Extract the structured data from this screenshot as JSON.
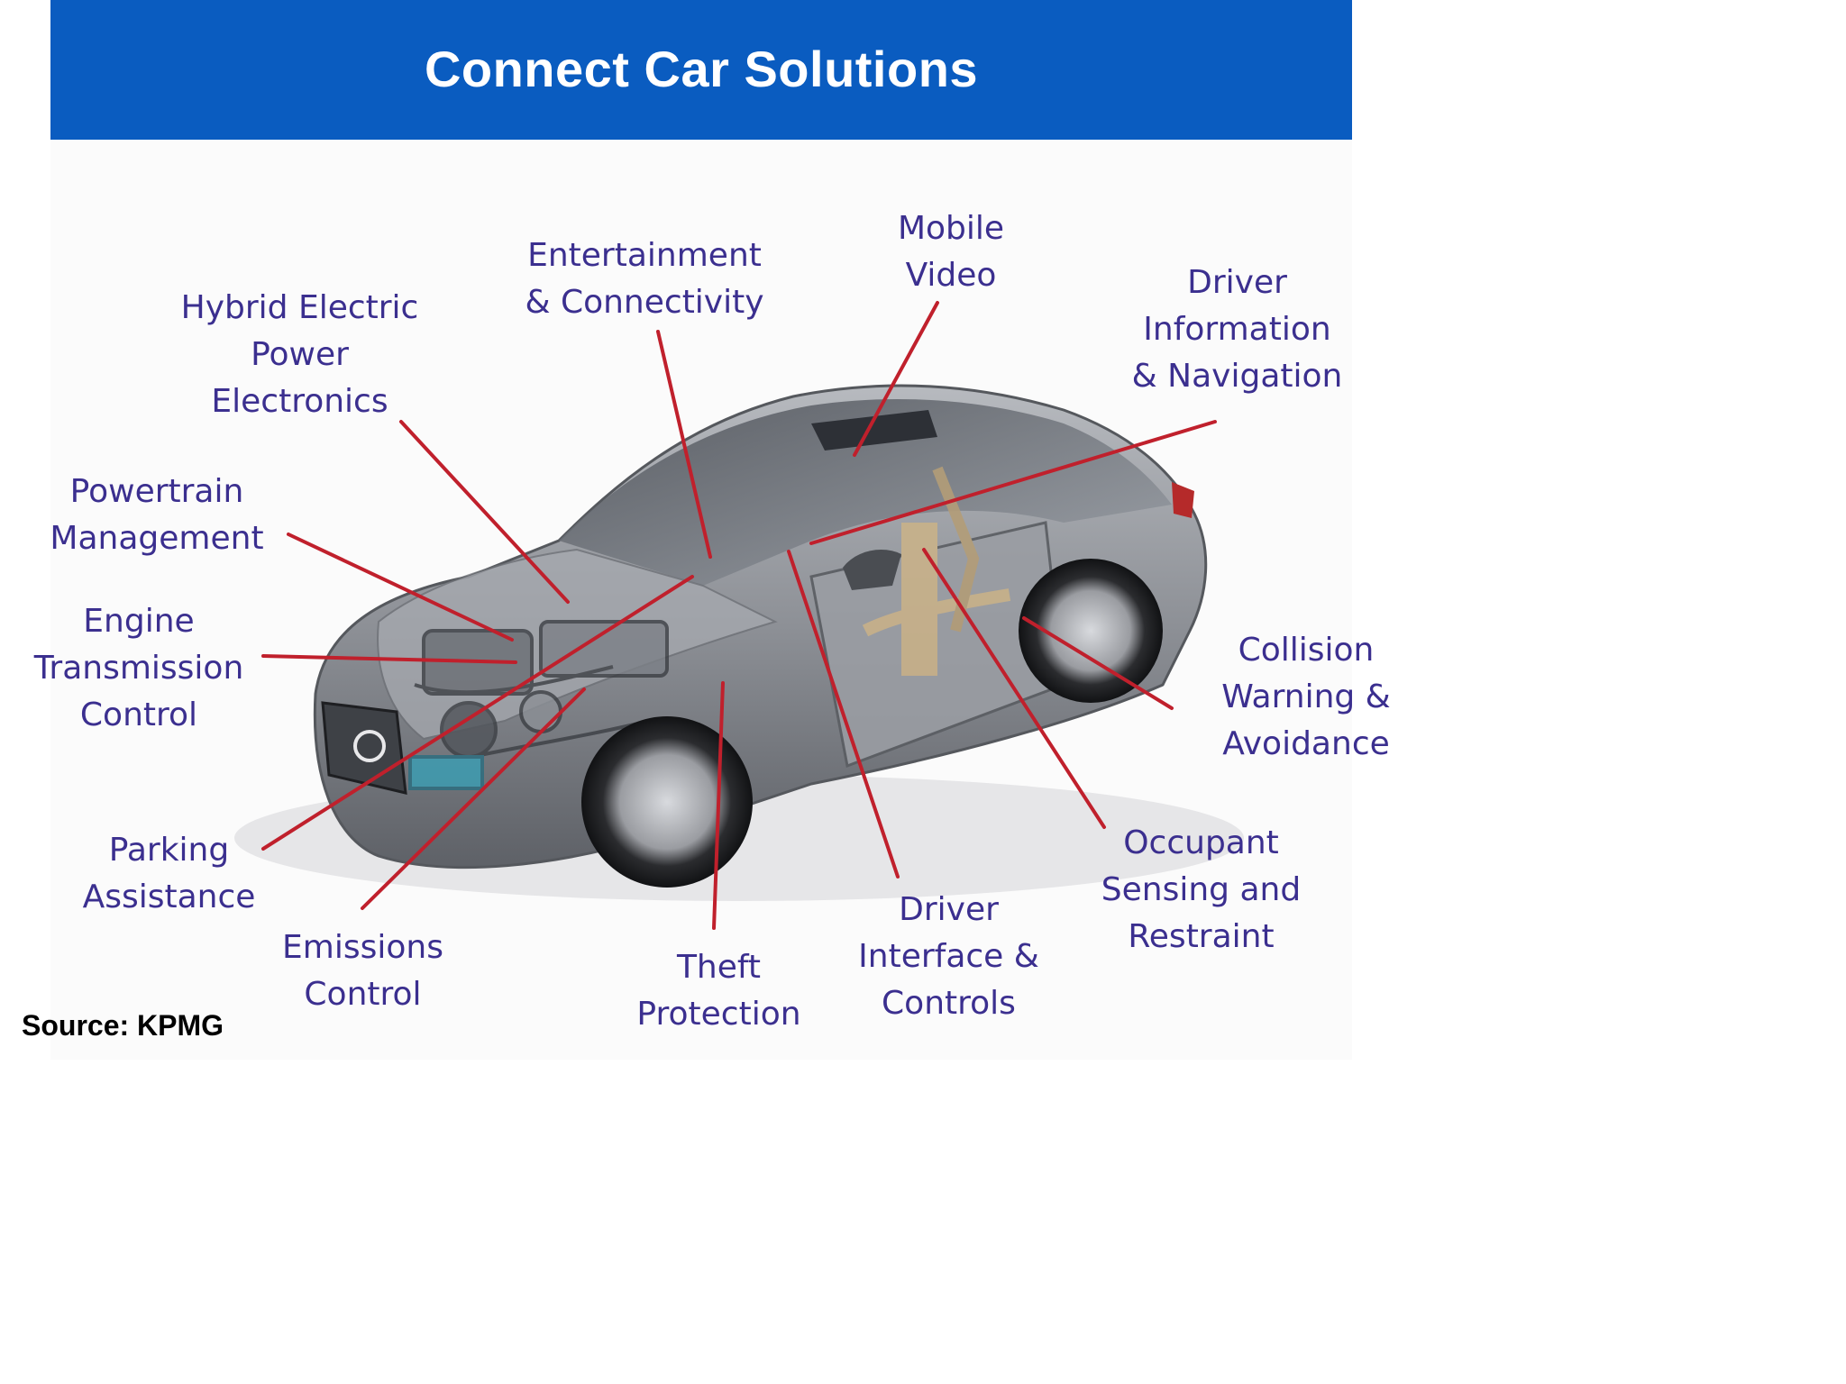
{
  "title": "Connect Car Solutions",
  "callouts": {
    "hybrid": [
      "Hybrid Electric",
      "Power",
      "Electronics"
    ],
    "entertainment": [
      "Entertainment",
      "& Connectivity"
    ],
    "mobile_video": [
      "Mobile",
      "Video"
    ],
    "driver_info": [
      "Driver",
      "Information",
      "& Navigation"
    ],
    "powertrain": [
      "Powertrain",
      "Management"
    ],
    "engine": [
      "Engine",
      "Transmission",
      "Control"
    ],
    "collision": [
      "Collision",
      "Warning &",
      "Avoidance"
    ],
    "parking": [
      "Parking",
      "Assistance"
    ],
    "emissions": [
      "Emissions",
      "Control"
    ],
    "theft": [
      "Theft",
      "Protection"
    ],
    "driver_interface": [
      "Driver",
      "Interface &",
      "Controls"
    ],
    "occupant": [
      "Occupant",
      "Sensing and",
      "Restraint"
    ]
  },
  "source": "Source: KPMG",
  "colors": {
    "header_bg": "#0a5cc0",
    "label_text": "#3b2f8f",
    "leader_line": "#c0202c",
    "car_body": "#8a8d92"
  },
  "illustration_icon": "sedan-cutaway-icon"
}
